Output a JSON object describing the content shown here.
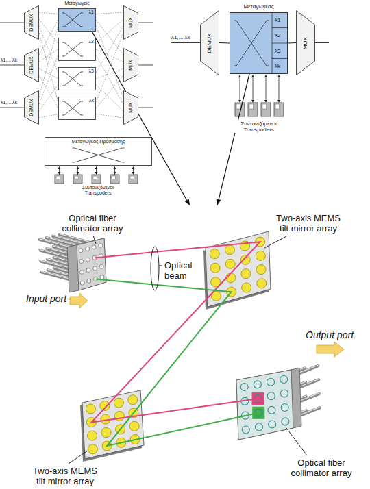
{
  "diagram": {
    "nodes": [
      {
        "text": [
          "DEMUX"
        ]
      },
      {
        "text": [
          "DEMUX"
        ]
      },
      {
        "text": [
          "DEMUX"
        ]
      },
      {
        "text": [
          "λ1"
        ]
      },
      {
        "text": [
          "λ2"
        ]
      },
      {
        "text": [
          "λ3"
        ]
      },
      {
        "text": [
          "λk"
        ]
      },
      {
        "text": [
          "MUX"
        ]
      },
      {
        "text": [
          "MUX"
        ]
      },
      {
        "text": [
          "MUX"
        ]
      },
      {
        "text": [
          "Μεταγωγέας Πρόσβασης"
        ]
      },
      {
        "text": [
          "DEMUX"
        ]
      },
      {
        "text": [
          "Μεταγωγέας",
          "λ1",
          "λ2",
          "λ3",
          "λk"
        ]
      },
      {
        "text": [
          "MUX"
        ]
      }
    ],
    "edges": [
      {
        "from": 0,
        "to": 3,
        "arrow": "none"
      },
      {
        "from": 0,
        "to": 4,
        "arrow": "none"
      },
      {
        "from": 0,
        "to": 5,
        "arrow": "none"
      },
      {
        "from": 0,
        "to": 6,
        "arrow": "none"
      },
      {
        "from": 1,
        "to": 3,
        "arrow": "none"
      },
      {
        "from": 1,
        "to": 4,
        "arrow": "none"
      },
      {
        "from": 1,
        "to": 5,
        "arrow": "none"
      },
      {
        "from": 1,
        "to": 6,
        "arrow": "none"
      },
      {
        "from": 2,
        "to": 3,
        "arrow": "none"
      },
      {
        "from": 2,
        "to": 4,
        "arrow": "none"
      },
      {
        "from": 2,
        "to": 5,
        "arrow": "none"
      },
      {
        "from": 2,
        "to": 6,
        "arrow": "none"
      },
      {
        "from": 3,
        "to": 7,
        "arrow": "none"
      },
      {
        "from": 3,
        "to": 8,
        "arrow": "none"
      },
      {
        "from": 3,
        "to": 9,
        "arrow": "none"
      },
      {
        "from": 4,
        "to": 7,
        "arrow": "none"
      },
      {
        "from": 4,
        "to": 8,
        "arrow": "none"
      },
      {
        "from": 4,
        "to": 9,
        "arrow": "none"
      },
      {
        "from": 5,
        "to": 7,
        "arrow": "none"
      },
      {
        "from": 5,
        "to": 8,
        "arrow": "none"
      },
      {
        "from": 5,
        "to": 9,
        "arrow": "none"
      },
      {
        "from": 6,
        "to": 7,
        "arrow": "none"
      },
      {
        "from": 6,
        "to": 8,
        "arrow": "none"
      },
      {
        "from": 6,
        "to": 9,
        "arrow": "none"
      },
      {
        "from": 11,
        "to": 12,
        "arrow": "none"
      },
      {
        "from": 12,
        "to": 13,
        "arrow": "none"
      }
    ],
    "labels": [
      "Μεταγωγείς",
      "λ1,....λk",
      "λ1,....λk",
      "Συντονιζόμενοι Transpoders",
      "λ1,....λk",
      "Συντονιζόμενοι Transpoders",
      "Optical fiber collimator array",
      "Two-axis MEMS tilt mirror array",
      "Optical beam",
      "Input port",
      "Output port",
      "Two-axis MEMS tilt mirror array",
      "Optical fiber collimator array"
    ]
  }
}
